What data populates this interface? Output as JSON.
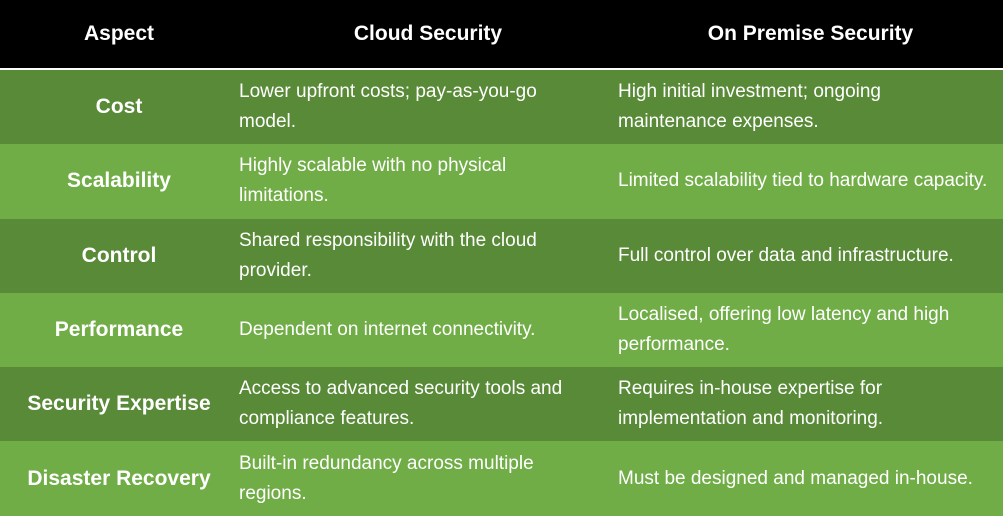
{
  "table": {
    "headers": [
      "Aspect",
      "Cloud Security",
      "On Premise Security"
    ],
    "rows": [
      {
        "aspect": "Cost",
        "cloud": "Lower upfront costs; pay-as-you-go model.",
        "onprem": "High initial investment; ongoing maintenance expenses.",
        "shade": "dark"
      },
      {
        "aspect": "Scalability",
        "cloud": "Highly scalable with no physical limitations.",
        "onprem": "Limited scalability tied to hardware capacity.",
        "shade": "light"
      },
      {
        "aspect": "Control",
        "cloud": "Shared responsibility with the cloud provider.",
        "onprem": "Full control over data and infrastructure.",
        "shade": "dark"
      },
      {
        "aspect": "Performance",
        "cloud": "Dependent on internet connectivity.",
        "onprem": "Localised, offering low latency and high performance.",
        "shade": "light"
      },
      {
        "aspect": "Security Expertise",
        "cloud": "Access to advanced security tools and compliance features.",
        "onprem": "Requires in-house expertise for implementation and monitoring.",
        "shade": "dark"
      },
      {
        "aspect": "Disaster Recovery",
        "cloud": "Built-in redundancy across multiple regions.",
        "onprem": "Must be designed and managed in-house.",
        "shade": "light"
      }
    ]
  },
  "colors": {
    "header_bg": "#000000",
    "row_dark": "#588a37",
    "row_light": "#70ad47",
    "text": "#ffffff"
  }
}
